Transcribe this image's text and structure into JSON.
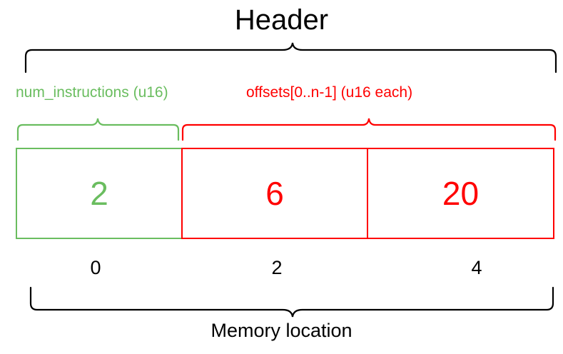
{
  "diagram": {
    "title": "Header",
    "bottom_caption": "Memory location",
    "colors": {
      "green": "#6abd5f",
      "red": "#ff0000",
      "black": "#000000",
      "background": "#ffffff"
    },
    "segments": [
      {
        "id": "num-instructions",
        "label": "num_instructions (u16)",
        "color": "#6abd5f"
      },
      {
        "id": "offsets",
        "label": "offsets[0..n-1] (u16 each)",
        "color": "#ff0000"
      }
    ],
    "cells": [
      {
        "id": "num-instructions-cell",
        "value": "2",
        "color": "#6abd5f"
      },
      {
        "id": "offset-0-cell",
        "value": "6",
        "color": "#ff0000"
      },
      {
        "id": "offset-1-cell",
        "value": "20",
        "color": "#ff0000"
      }
    ],
    "offsets_ruler": [
      "0",
      "2",
      "4"
    ],
    "braces": {
      "header_brace": "top-brace-black",
      "num_instructions_brace": "segment-brace-green",
      "offsets_brace": "segment-brace-red",
      "memory_brace": "bottom-brace-black"
    }
  }
}
